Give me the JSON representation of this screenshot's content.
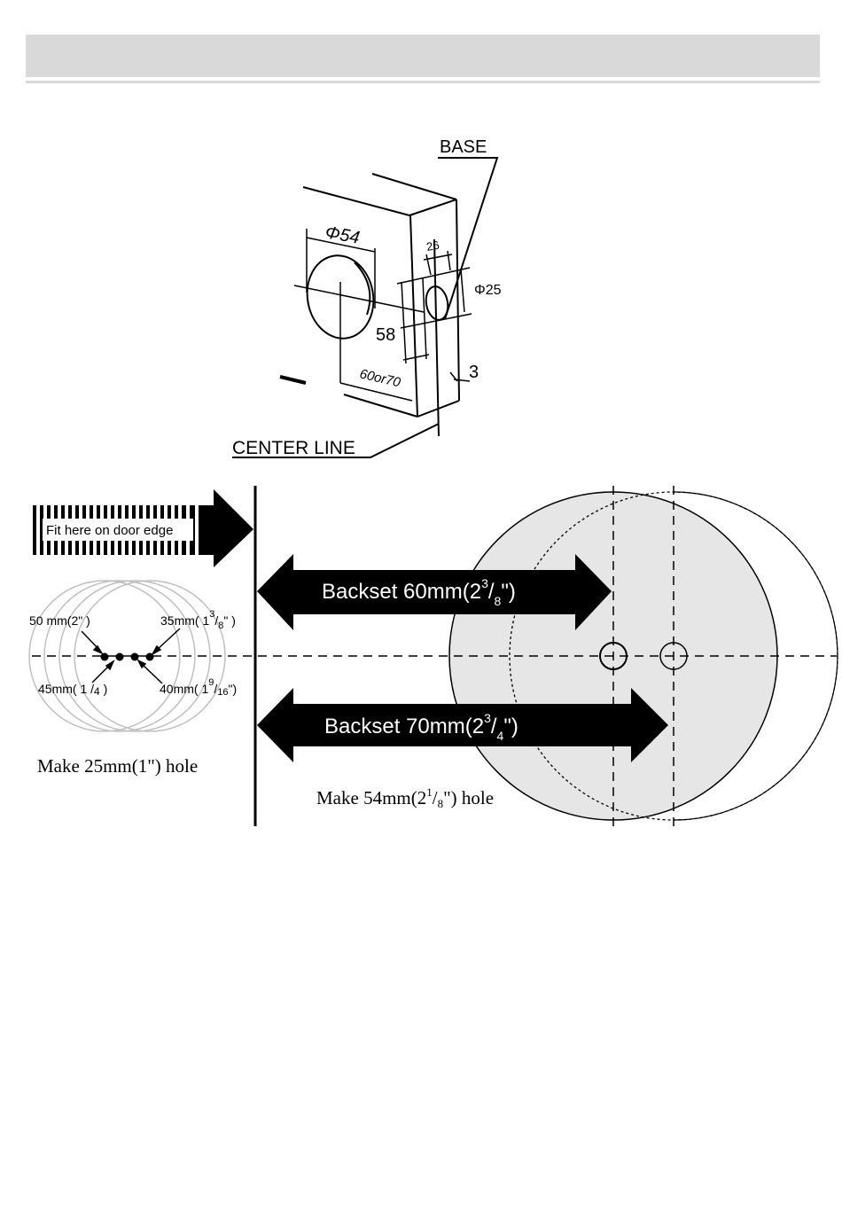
{
  "diagram": {
    "labels": {
      "base": "BASE",
      "phi54": "Φ54",
      "dim26": "26",
      "phi25": "Φ25",
      "dim58": "58",
      "dim3": "3",
      "dim60or70": "60or70",
      "center_line": "CENTER LINE"
    },
    "door_edge": {
      "label": "Fit here on door edge"
    },
    "backset_60": {
      "prefix": "Backset  60mm(2",
      "sup": "3",
      "slash": "/",
      "sub": "8",
      "suffix": "\")"
    },
    "backset_70": {
      "prefix": "Backset  70mm(2",
      "sup": "3",
      "slash": "/",
      "sub": "4",
      "suffix": "\")"
    },
    "small_holes": {
      "h50": {
        "main": "50 mm(2\" )"
      },
      "h35": {
        "main": "35mm( 1",
        "sup": "3",
        "slash": "/",
        "sub": "8",
        "tail": "\" )"
      },
      "h45": {
        "main": "45mm( 1 ",
        "slash": "/",
        "sub": "4",
        "tail": " )"
      },
      "h40": {
        "main": "40mm( 1",
        "sup": "9",
        "slash": "/",
        "sub": "16",
        "tail": "\")"
      }
    },
    "make_25": "Make  25mm(1\")  hole",
    "make_54": {
      "prefix": "Make 54mm(2",
      "sup": "1",
      "slash": "/",
      "sub": "8",
      "suffix": "\") hole"
    }
  },
  "colors": {
    "line": "#000000",
    "fill_grey": "#e6e6e6",
    "header": "#d9d9d9",
    "ring": "#bdbdbd"
  }
}
